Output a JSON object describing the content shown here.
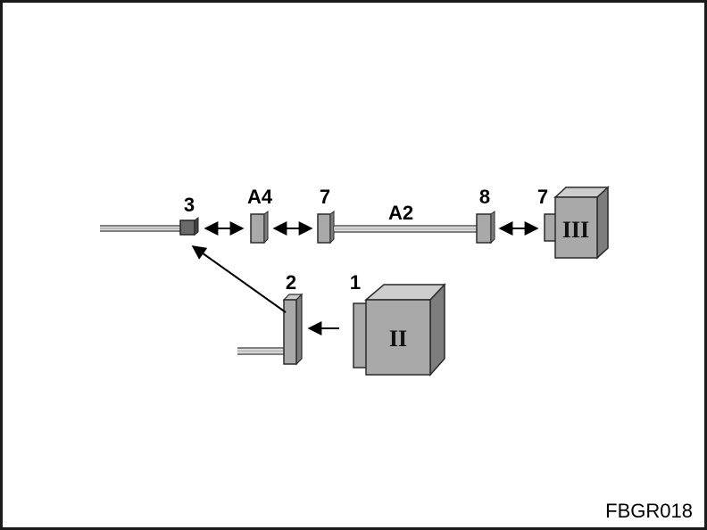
{
  "labels": {
    "l3": "3",
    "lA4": "A4",
    "l7a": "7",
    "lA2": "A2",
    "l8": "8",
    "l7b": "7",
    "l2": "2",
    "l1": "1"
  },
  "boxes": {
    "box_III": "III",
    "box_II": "II"
  },
  "figure_code": "FBGR018",
  "colors": {
    "fill": "#a9a9a9",
    "fill_light": "#cdcdcd",
    "fill_dark": "#7d7d7d",
    "stroke": "#2a2a2a"
  }
}
